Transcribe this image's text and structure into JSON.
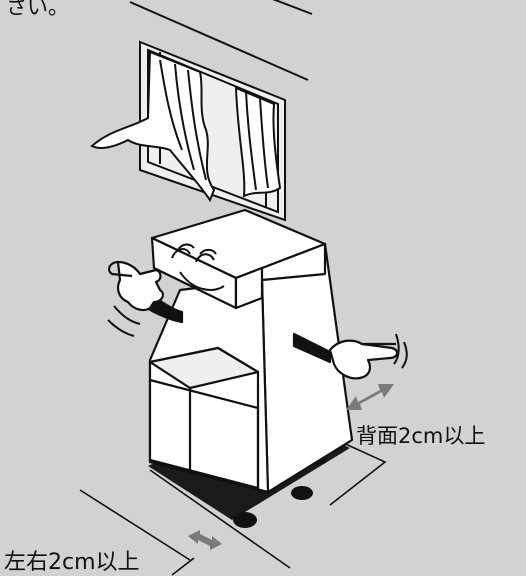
{
  "top_text": "さい。",
  "labels": {
    "back_clearance": "背面2cm以上",
    "side_clearance": "左右2cm以上"
  },
  "colors": {
    "background": "#d2d2d2",
    "unit_body": "#ffffff",
    "outline": "#111111",
    "shadow": "#1a1a1a",
    "arrow": "#7a7a7a"
  },
  "icons": [
    "window-icon",
    "curtain-icon",
    "dehumidifier-character-icon",
    "pointing-hand-icon",
    "double-arrow-icon"
  ]
}
